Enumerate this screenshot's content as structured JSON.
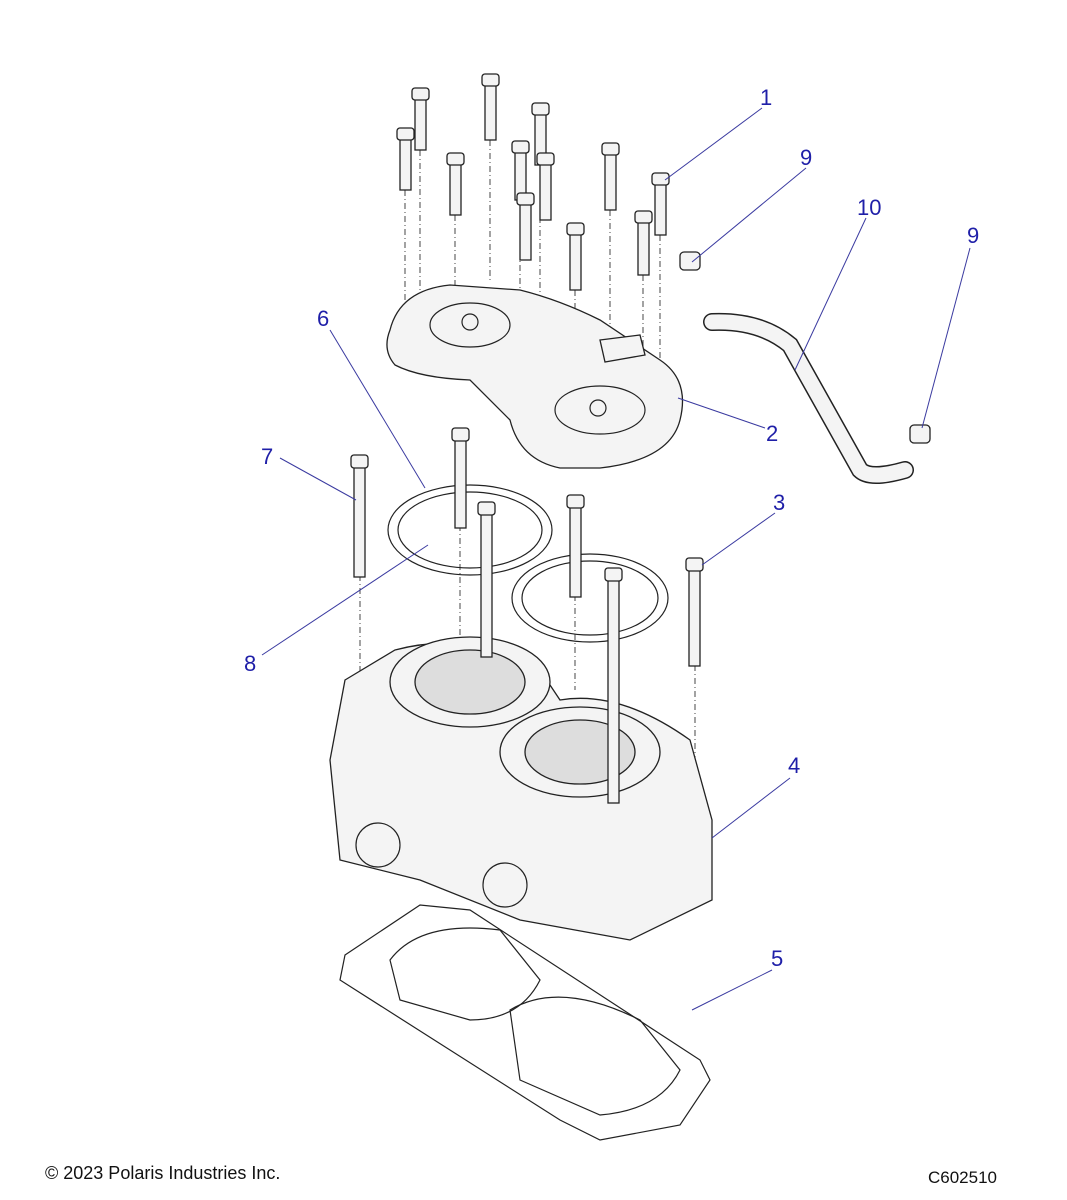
{
  "diagram": {
    "callouts": [
      {
        "label": "1"
      },
      {
        "label": "9"
      },
      {
        "label": "10"
      },
      {
        "label": "9"
      },
      {
        "label": "6"
      },
      {
        "label": "2"
      },
      {
        "label": "7"
      },
      {
        "label": "3"
      },
      {
        "label": "8"
      },
      {
        "label": "4"
      },
      {
        "label": "5"
      }
    ],
    "callout_color": "#1f1fa8"
  },
  "footer": {
    "copyright": "© 2023 Polaris Industries Inc.",
    "drawing_id": "C602510"
  }
}
